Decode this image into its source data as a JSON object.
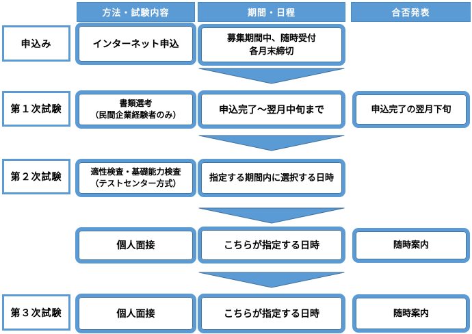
{
  "colors": {
    "accent": "#5B9BD5",
    "accent_dark": "#41719C",
    "header_text": "#FFFFFF",
    "box_text": "#000000",
    "background": "#FFFFFF"
  },
  "headers": {
    "method": "方法・試験内容",
    "schedule": "期間・日程",
    "result": "合否発表"
  },
  "rows": [
    {
      "stage": "申込み",
      "method": [
        "インターネット申込"
      ],
      "schedule": [
        "募集期間中、随時受付",
        "各月末締切"
      ],
      "result": null
    },
    {
      "stage": "第１次試験",
      "method": [
        "書類選考",
        "（民間企業経験者のみ）"
      ],
      "schedule": [
        "申込完了～翌月中旬まで"
      ],
      "result": "申込完了の翌月下旬"
    },
    {
      "stage": "第２次試験",
      "method": [
        "適性検査・基礎能力検査",
        "（テストセンター方式）"
      ],
      "schedule": [
        "指定する期間内に選択する日時"
      ],
      "result": null
    },
    {
      "stage": null,
      "method": [
        "個人面接"
      ],
      "schedule": [
        "こちらが指定する日時"
      ],
      "result": "随時案内"
    },
    {
      "stage": "第３次試験",
      "method": [
        "個人面接"
      ],
      "schedule": [
        "こちらが指定する日時"
      ],
      "result": "随時案内"
    }
  ]
}
